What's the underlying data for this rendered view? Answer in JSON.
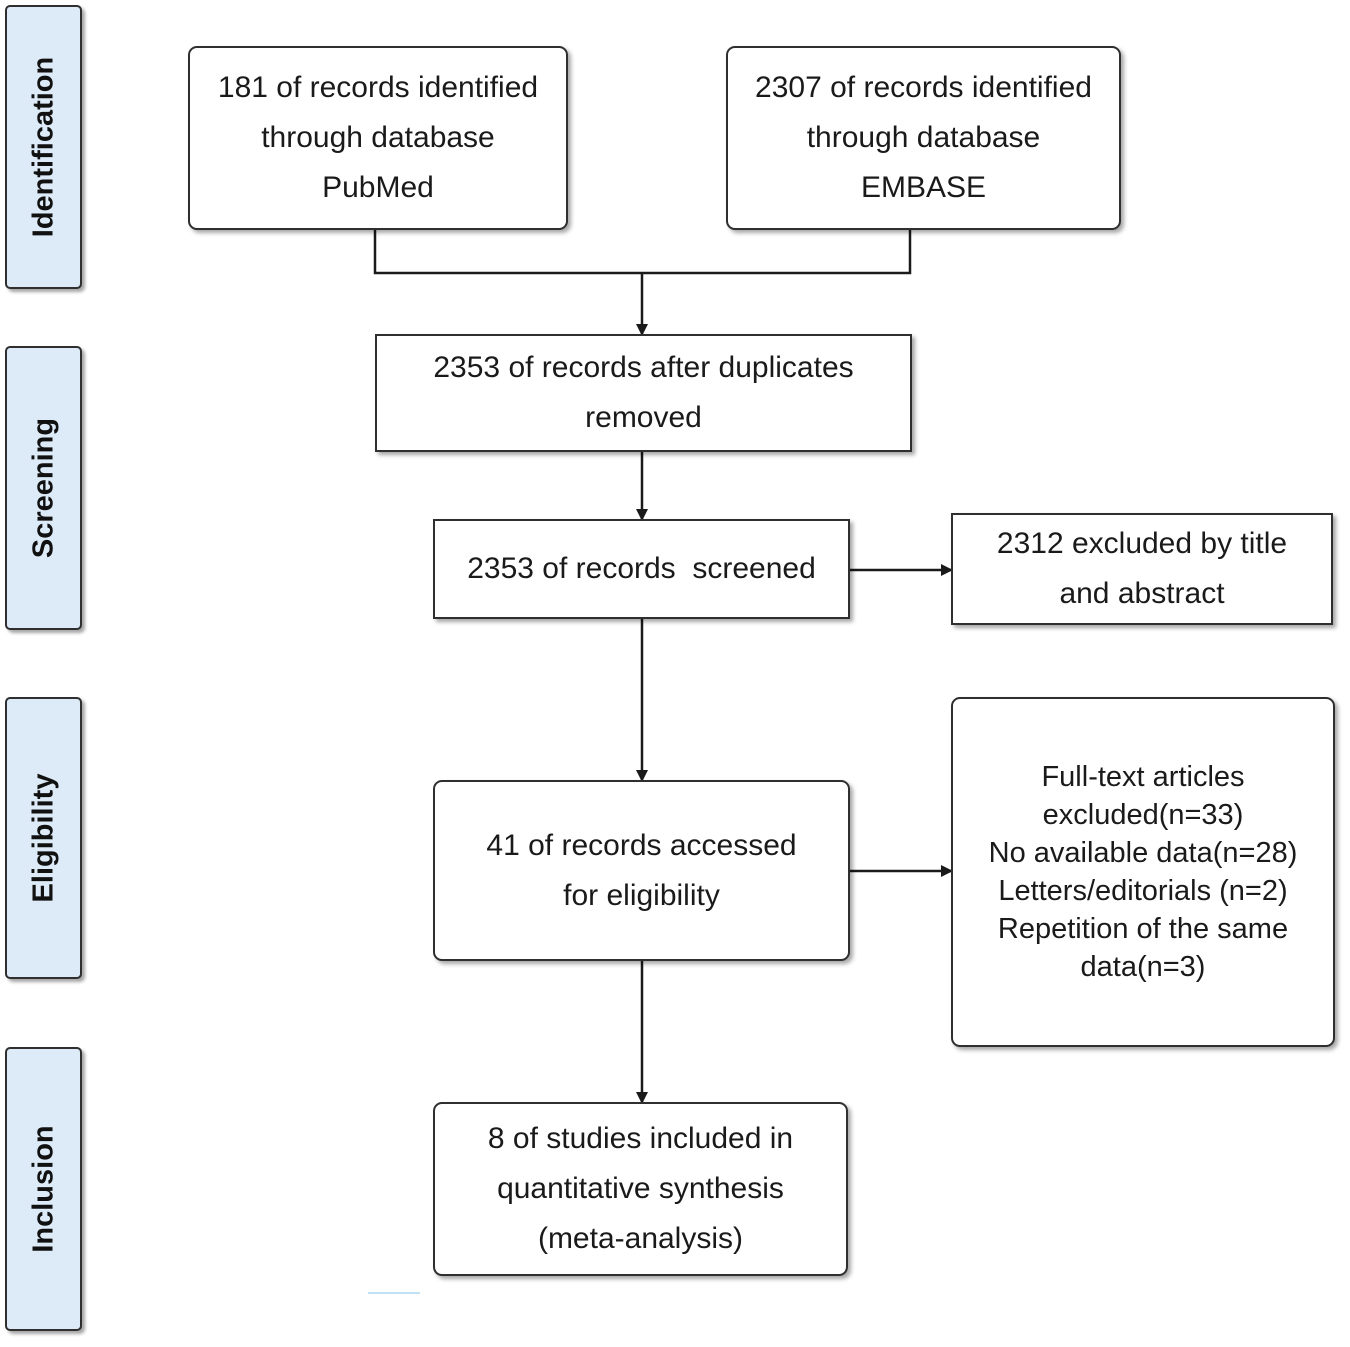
{
  "stages": {
    "identification": "Identification",
    "screening": "Screening",
    "eligibility": "Eligibility",
    "inclusion": "Inclusion"
  },
  "boxes": {
    "pubmed": [
      "181 of records identified",
      "through database",
      "PubMed"
    ],
    "embase": [
      "2307 of records identified",
      "through database",
      "EMBASE"
    ],
    "duplicates_removed": [
      "2353 of records after duplicates",
      "removed"
    ],
    "screened": [
      "2353 of records  screened"
    ],
    "excluded_title_abstract": [
      "2312 excluded by title",
      "and abstract"
    ],
    "eligibility": [
      "41 of records accessed",
      "for eligibility"
    ],
    "fulltext_excluded": [
      "Full-text articles",
      "excluded(n=33)",
      "No available data(n=28)",
      "Letters/editorials (n=2)",
      "Repetition of the same",
      "data(n=3)"
    ],
    "included": [
      "8 of studies included in",
      "quantitative synthesis",
      "(meta-analysis)"
    ]
  },
  "colors": {
    "stage_fill": "#dcebf7",
    "border": "#2f2f2f",
    "arrow": "#1a1a1a"
  }
}
